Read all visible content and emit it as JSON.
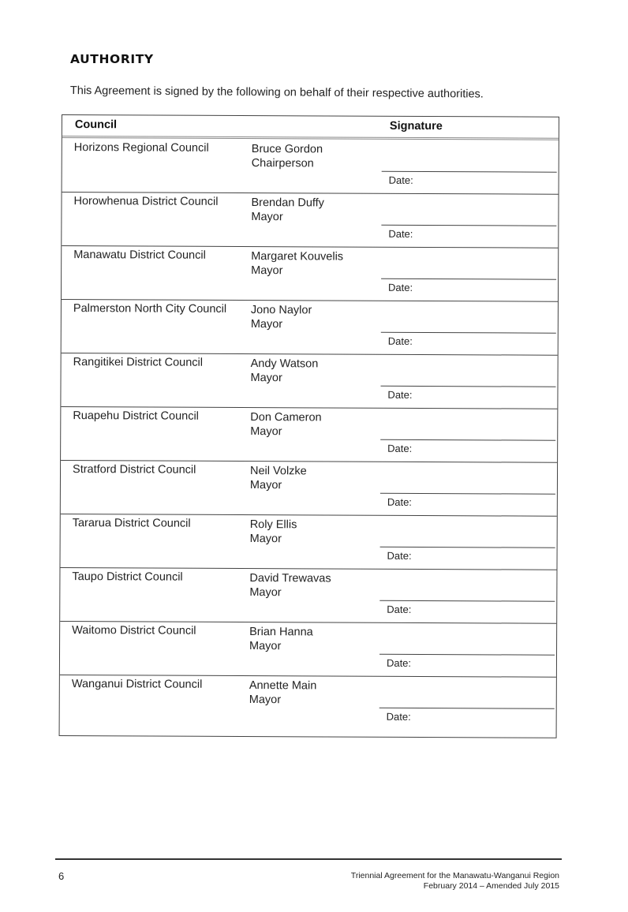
{
  "heading": "AUTHORITY",
  "intro": "This Agreement is signed by the following on behalf of their respective authorities.",
  "table": {
    "headers": {
      "council": "Council",
      "signature": "Signature"
    },
    "date_label": "Date:",
    "rows": [
      {
        "council": "Horizons Regional Council",
        "name": "Bruce Gordon",
        "title": "Chairperson"
      },
      {
        "council": "Horowhenua District Council",
        "name": "Brendan Duffy",
        "title": "Mayor"
      },
      {
        "council": "Manawatu District Council",
        "name": "Margaret Kouvelis",
        "title": "Mayor"
      },
      {
        "council": "Palmerston North City Council",
        "name": "Jono Naylor",
        "title": "Mayor"
      },
      {
        "council": "Rangitikei District Council",
        "name": "Andy Watson",
        "title": "Mayor"
      },
      {
        "council": "Ruapehu District Council",
        "name": "Don Cameron",
        "title": "Mayor"
      },
      {
        "council": "Stratford  District Council",
        "name": "Neil Volzke",
        "title": "Mayor"
      },
      {
        "council": "Tararua District Council",
        "name": "Roly Ellis",
        "title": "Mayor"
      },
      {
        "council": "Taupo District Council",
        "name": "David Trewavas",
        "title": "Mayor"
      },
      {
        "council": "Waitomo District Council",
        "name": "Brian Hanna",
        "title": "Mayor"
      },
      {
        "council": "Wanganui District Council",
        "name": "Annette Main",
        "title": "Mayor"
      }
    ]
  },
  "footer": {
    "page_number": "6",
    "line1": "Triennial Agreement for the Manawatu-Wanganui Region",
    "line2": "February 2014  – Amended July 2015"
  }
}
